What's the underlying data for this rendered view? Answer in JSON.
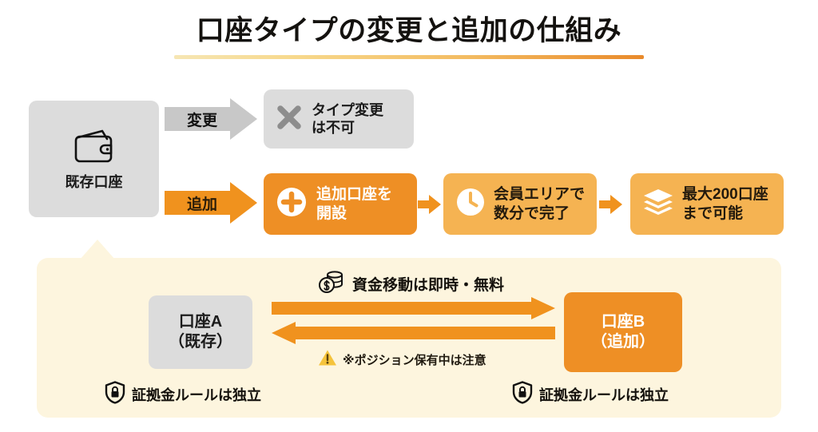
{
  "header": {
    "title": "口座タイプの変更と追加の仕組み",
    "underline_gradient": [
      "#f6e6b4",
      "#e98a2b"
    ]
  },
  "colors": {
    "gray_box": "#dcdcdc",
    "orange_dark": "#ee8f25",
    "orange_light": "#f5b352",
    "panel_cream": "#fdf5de",
    "arrow_orange": "#f0921e",
    "warning_yellow": "#f5c33b",
    "text_dark": "#14110c"
  },
  "flow": {
    "source": {
      "label": "既存口座",
      "icon": "wallet-icon"
    },
    "change_branch": {
      "arrow_label": "変更",
      "arrow_color": "#c8c8c8",
      "result": {
        "label": "タイプ変更\nは不可",
        "icon": "cross-icon"
      }
    },
    "add_branch": {
      "arrow_label": "追加",
      "arrow_color": "#f0921e",
      "steps": [
        {
          "label": "追加口座を\n開設",
          "icon": "plus-circle-icon"
        },
        {
          "label": "会員エリアで\n数分で完了",
          "icon": "clock-icon"
        },
        {
          "label": "最大200口座\nまで可能",
          "icon": "stack-icon"
        }
      ]
    }
  },
  "panel": {
    "transfer_caption": {
      "text": "資金移動は即時・無料",
      "icon": "coins-icon"
    },
    "account_a": {
      "label": "口座A\n（既存）"
    },
    "account_b": {
      "label": "口座B\n（追加）"
    },
    "warning": {
      "text": "※ポジション保有中は注意",
      "icon": "warning-triangle-icon"
    },
    "footnotes": [
      {
        "text": "証拠金ルールは独立",
        "icon": "shield-lock-icon"
      },
      {
        "text": "証拠金ルールは独立",
        "icon": "shield-lock-icon"
      }
    ]
  }
}
